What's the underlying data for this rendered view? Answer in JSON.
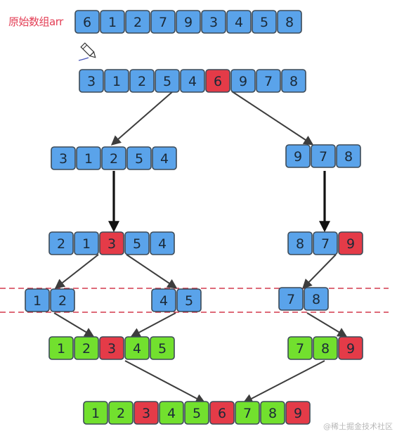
{
  "title_label": "原始数组arr",
  "watermark": "@稀土掘金技术社区",
  "colors": {
    "blue": "#5aa3ea",
    "red": "#e43b48",
    "green": "#72e02e",
    "border": "#3c4a57"
  },
  "rows": [
    {
      "id": "original",
      "cells": [
        [
          "6",
          "blue"
        ],
        [
          "1",
          "blue"
        ],
        [
          "2",
          "blue"
        ],
        [
          "7",
          "blue"
        ],
        [
          "9",
          "blue"
        ],
        [
          "3",
          "blue"
        ],
        [
          "4",
          "blue"
        ],
        [
          "5",
          "blue"
        ],
        [
          "8",
          "blue"
        ]
      ]
    },
    {
      "id": "partition-1",
      "cells": [
        [
          "3",
          "blue"
        ],
        [
          "1",
          "blue"
        ],
        [
          "2",
          "blue"
        ],
        [
          "5",
          "blue"
        ],
        [
          "4",
          "blue"
        ],
        [
          "6",
          "red"
        ],
        [
          "9",
          "blue"
        ],
        [
          "7",
          "blue"
        ],
        [
          "8",
          "blue"
        ]
      ]
    },
    {
      "id": "left-subarray",
      "cells": [
        [
          "3",
          "blue"
        ],
        [
          "1",
          "blue"
        ],
        [
          "2",
          "blue"
        ],
        [
          "5",
          "blue"
        ],
        [
          "4",
          "blue"
        ]
      ]
    },
    {
      "id": "right-subarray",
      "cells": [
        [
          "9",
          "blue"
        ],
        [
          "7",
          "blue"
        ],
        [
          "8",
          "blue"
        ]
      ]
    },
    {
      "id": "left-partitioned",
      "cells": [
        [
          "2",
          "blue"
        ],
        [
          "1",
          "blue"
        ],
        [
          "3",
          "red"
        ],
        [
          "5",
          "blue"
        ],
        [
          "4",
          "blue"
        ]
      ]
    },
    {
      "id": "right-partitioned",
      "cells": [
        [
          "8",
          "blue"
        ],
        [
          "7",
          "blue"
        ],
        [
          "9",
          "red"
        ]
      ]
    },
    {
      "id": "left-left",
      "cells": [
        [
          "1",
          "blue"
        ],
        [
          "2",
          "blue"
        ]
      ]
    },
    {
      "id": "left-right",
      "cells": [
        [
          "4",
          "blue"
        ],
        [
          "5",
          "blue"
        ]
      ]
    },
    {
      "id": "right-left",
      "cells": [
        [
          "7",
          "blue"
        ],
        [
          "8",
          "blue"
        ]
      ]
    },
    {
      "id": "left-sorted",
      "cells": [
        [
          "1",
          "green"
        ],
        [
          "2",
          "green"
        ],
        [
          "3",
          "red"
        ],
        [
          "4",
          "green"
        ],
        [
          "5",
          "green"
        ]
      ]
    },
    {
      "id": "right-sorted",
      "cells": [
        [
          "7",
          "green"
        ],
        [
          "8",
          "green"
        ],
        [
          "9",
          "red"
        ]
      ]
    },
    {
      "id": "final-sorted",
      "cells": [
        [
          "1",
          "green"
        ],
        [
          "2",
          "green"
        ],
        [
          "3",
          "red"
        ],
        [
          "4",
          "green"
        ],
        [
          "5",
          "green"
        ],
        [
          "6",
          "red"
        ],
        [
          "7",
          "green"
        ],
        [
          "8",
          "green"
        ],
        [
          "9",
          "red"
        ]
      ]
    }
  ]
}
